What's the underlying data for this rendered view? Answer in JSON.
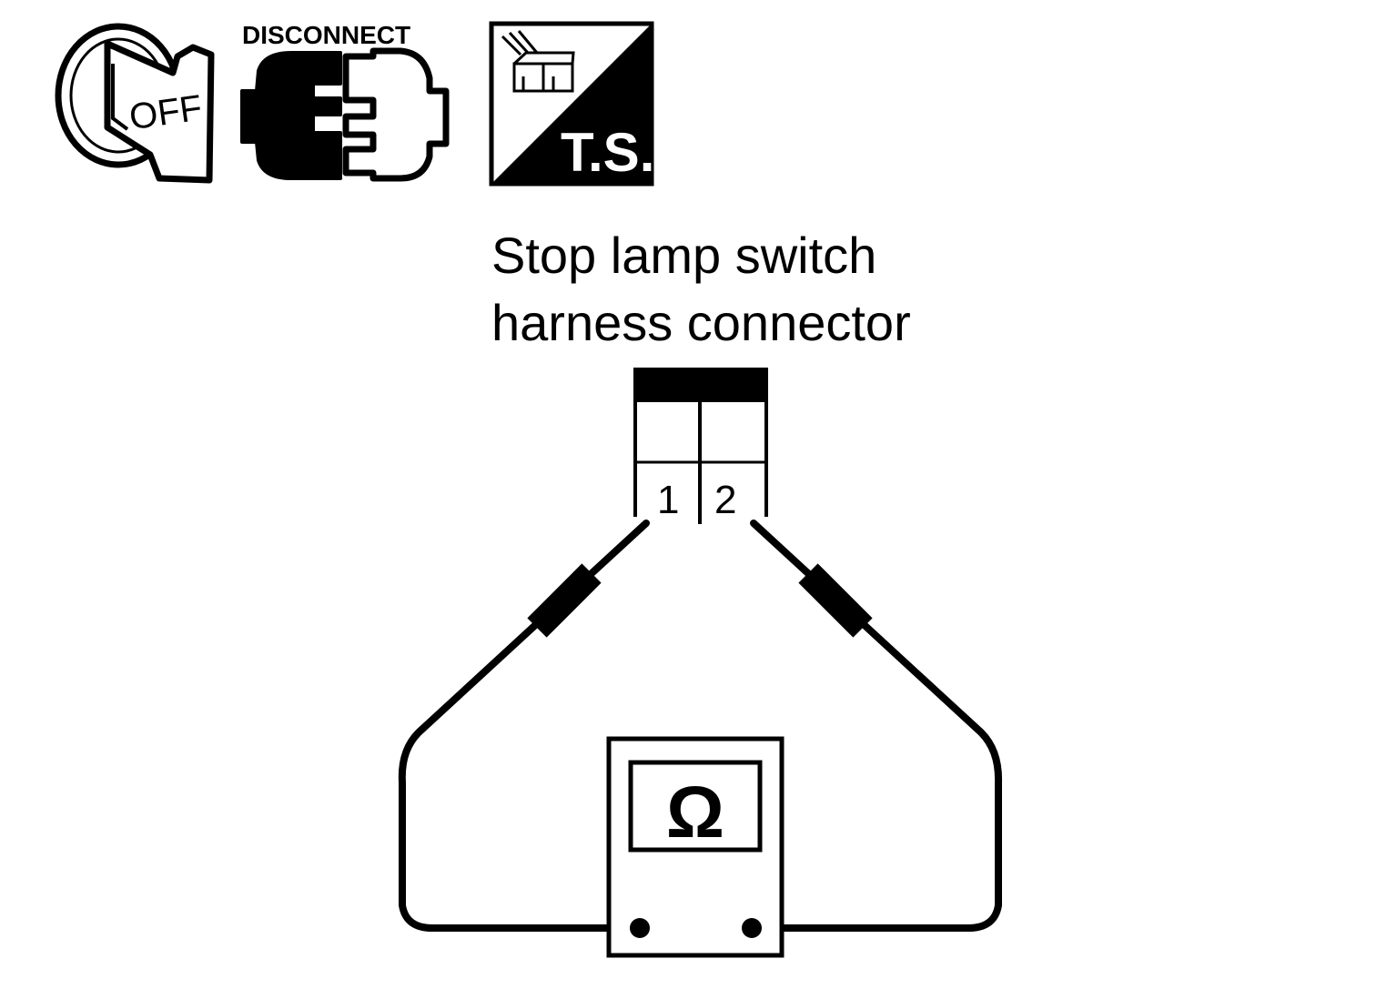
{
  "icons": {
    "ignition": {
      "icon": "ignition-key-off-icon",
      "label": "OFF"
    },
    "disconnect": {
      "icon": "connector-disconnect-icon",
      "caption": "DISCONNECT"
    },
    "terminal_side": {
      "icon": "terminal-side-icon",
      "label": "T.S."
    }
  },
  "connector": {
    "title_line1": "Stop lamp switch",
    "title_line2": "harness connector",
    "pins": [
      "1",
      "2"
    ]
  },
  "meter": {
    "icon": "ohmmeter-icon",
    "symbol": "Ω"
  },
  "colors": {
    "ink": "#000000",
    "paper": "#ffffff"
  }
}
